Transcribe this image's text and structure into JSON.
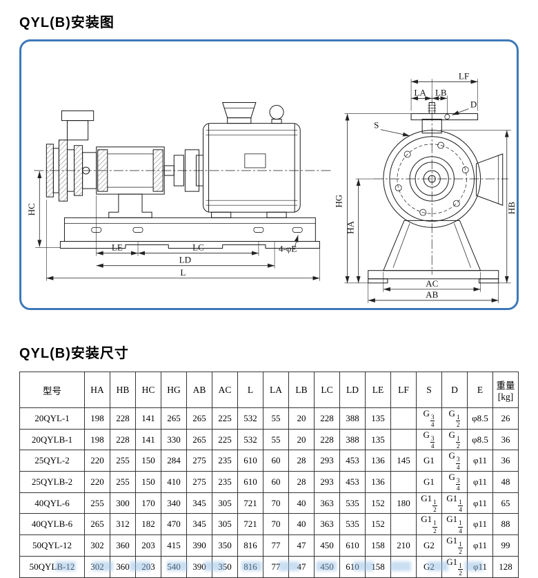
{
  "page": {
    "diagram_title": "QYL(B)安装图",
    "table_title": "QYL(B)安装尺寸"
  },
  "diagram": {
    "labels": {
      "lf": "LF",
      "la": "LA",
      "lb": "LB",
      "d": "D",
      "s": "S",
      "hg": "HG",
      "ha": "HA",
      "hb": "HB",
      "hc": "HC",
      "le": "LE",
      "lc": "LC",
      "ld": "LD",
      "l": "L",
      "holes": "4-φE",
      "ac": "AC",
      "ab": "AB"
    }
  },
  "table": {
    "headers": [
      "型号",
      "HA",
      "HB",
      "HC",
      "HG",
      "AB",
      "AC",
      "L",
      "LA",
      "LB",
      "LC",
      "LD",
      "LE",
      "LF",
      "S",
      "D",
      "E",
      "重量\n[kg]"
    ],
    "rows": [
      [
        "20QYL-1",
        "198",
        "228",
        "141",
        "265",
        "265",
        "225",
        "532",
        "55",
        "20",
        "228",
        "388",
        "135",
        "",
        {
          "t": "G",
          "f": [
            "3",
            "4"
          ]
        },
        {
          "t": "G",
          "f": [
            "1",
            "2"
          ]
        },
        "φ8.5",
        "26"
      ],
      [
        "20QYLB-1",
        "198",
        "228",
        "141",
        "330",
        "265",
        "225",
        "532",
        "55",
        "20",
        "228",
        "388",
        "135",
        "",
        {
          "t": "G",
          "f": [
            "3",
            "4"
          ]
        },
        {
          "t": "G",
          "f": [
            "1",
            "2"
          ]
        },
        "φ8.5",
        "36"
      ],
      [
        "25QYL-2",
        "220",
        "255",
        "150",
        "284",
        "275",
        "235",
        "610",
        "60",
        "28",
        "293",
        "453",
        "136",
        "145",
        "G1",
        {
          "t": "G",
          "f": [
            "3",
            "4"
          ]
        },
        "φ11",
        "36"
      ],
      [
        "25QYLB-2",
        "220",
        "255",
        "150",
        "410",
        "275",
        "235",
        "610",
        "60",
        "28",
        "293",
        "453",
        "136",
        "",
        "G1",
        {
          "t": "G",
          "f": [
            "3",
            "4"
          ]
        },
        "φ11",
        "48"
      ],
      [
        "40QYL-6",
        "255",
        "300",
        "170",
        "340",
        "345",
        "305",
        "721",
        "70",
        "40",
        "363",
        "535",
        "152",
        "180",
        {
          "t": "G1",
          "f": [
            "1",
            "2"
          ]
        },
        {
          "t": "G1",
          "f": [
            "1",
            "4"
          ]
        },
        "φ11",
        "65"
      ],
      [
        "40QYLB-6",
        "265",
        "312",
        "182",
        "470",
        "345",
        "305",
        "721",
        "70",
        "40",
        "363",
        "535",
        "152",
        "",
        {
          "t": "G1",
          "f": [
            "1",
            "2"
          ]
        },
        {
          "t": "G1",
          "f": [
            "1",
            "4"
          ]
        },
        "φ11",
        "88"
      ],
      [
        "50QYL-12",
        "302",
        "360",
        "203",
        "415",
        "390",
        "350",
        "816",
        "77",
        "47",
        "450",
        "610",
        "158",
        "210",
        "G2",
        {
          "t": "G1",
          "f": [
            "1",
            "2"
          ]
        },
        "φ11",
        "99"
      ],
      [
        "50QYLB-12",
        "302",
        "360",
        "203",
        "540",
        "390",
        "350",
        "816",
        "77",
        "47",
        "450",
        "610",
        "158",
        "",
        "G2",
        {
          "t": "G1",
          "f": [
            "1",
            "2"
          ]
        },
        "φ11",
        "128"
      ]
    ]
  }
}
